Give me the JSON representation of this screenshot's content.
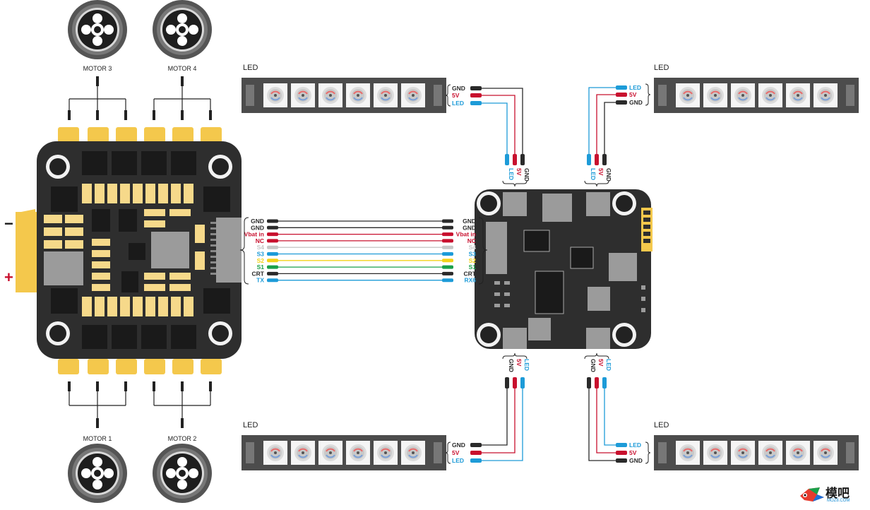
{
  "colors": {
    "board": "#2e2e2e",
    "pad": "#f6d98a",
    "pad_yellow": "#f4c84c",
    "chip": "#1e1e1e",
    "gray_chip": "#9b9b9b",
    "strip": "#4c4c4c",
    "wire_black": "#2a2a2a",
    "wire_red": "#c8102e",
    "wire_blue": "#1d9bd8",
    "wire_yellow": "#f2d21a",
    "wire_green": "#1aa04a",
    "wire_gray": "#c7c7c7"
  },
  "motors": {
    "m1": "MOTOR 1",
    "m2": "MOTOR 2",
    "m3": "MOTOR 3",
    "m4": "MOTOR 4"
  },
  "power": {
    "minus": "−",
    "plus": "+"
  },
  "led_strips": {
    "top_left": "LED",
    "top_right": "LED",
    "bottom_left": "LED",
    "bottom_right": "LED"
  },
  "led_pins": {
    "gnd": "GND",
    "v5": "5V",
    "led": "LED"
  },
  "esc_pins": [
    {
      "label": "GND",
      "color": "wire_black"
    },
    {
      "label": "GND",
      "color": "wire_black"
    },
    {
      "label": "Vbat in",
      "color": "wire_red"
    },
    {
      "label": "NC",
      "color": "wire_red"
    },
    {
      "label": "S4",
      "color": "wire_gray"
    },
    {
      "label": "S3",
      "color": "wire_blue"
    },
    {
      "label": "S2",
      "color": "wire_yellow"
    },
    {
      "label": "S1",
      "color": "wire_green"
    },
    {
      "label": "CRT",
      "color": "wire_black"
    },
    {
      "label": "TX",
      "color": "wire_blue"
    }
  ],
  "fc_pins": [
    {
      "label": "GND",
      "color": "wire_black"
    },
    {
      "label": "GND",
      "color": "wire_black"
    },
    {
      "label": "Vbat in",
      "color": "wire_red"
    },
    {
      "label": "NC",
      "color": "wire_red"
    },
    {
      "label": "S4",
      "color": "wire_gray"
    },
    {
      "label": "S3",
      "color": "wire_blue"
    },
    {
      "label": "S2",
      "color": "wire_yellow"
    },
    {
      "label": "S1",
      "color": "wire_green"
    },
    {
      "label": "CRT",
      "color": "wire_black"
    },
    {
      "label": "RX6",
      "color": "wire_blue"
    }
  ],
  "logo": {
    "text": "模吧",
    "sub": "MOZ8.COM"
  }
}
